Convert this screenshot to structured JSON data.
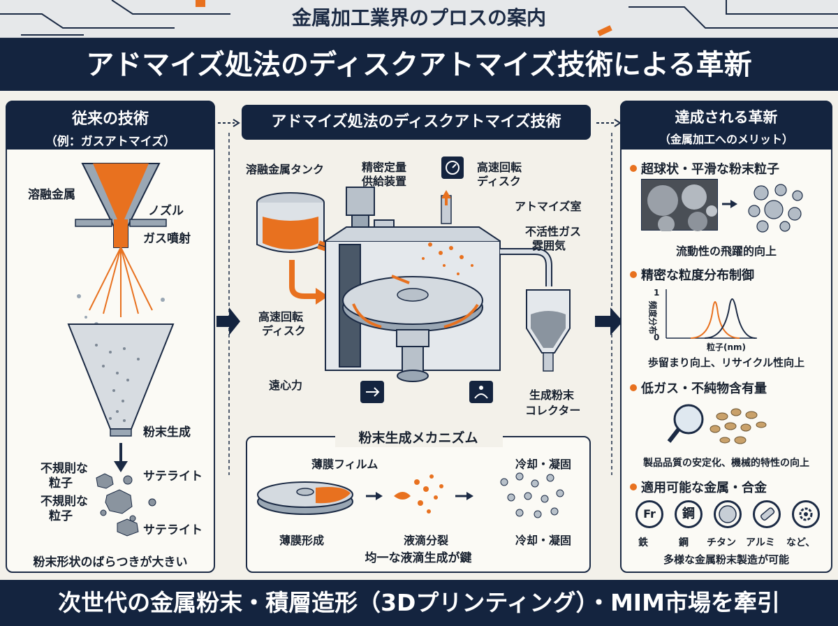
{
  "header": {
    "subtitle": "金属加工業界のプロスの案内",
    "title": "アドマイズ処法のディスクアトマイズ技術による革新"
  },
  "left_panel": {
    "heading_line1": "従来の技術",
    "heading_line2": "（例：ガスアトマイズ）",
    "labels": {
      "molten_metal": "溶融金属",
      "nozzle": "ノズル",
      "gas_jet": "ガス噴射",
      "powder_formation": "粉末生成",
      "irregular_1a": "不規則な",
      "irregular_1b": "粒子",
      "irregular_2a": "不規則な",
      "irregular_2b": "粒子",
      "satellite_1": "サテライト",
      "satellite_2": "サテライト"
    },
    "caption": "粉末形状のばらつきが大きい"
  },
  "center_panel": {
    "heading": "アドマイズ処法のディスクアトマイズ技術",
    "labels": {
      "molten_tank": "溶融金属タンク",
      "feeder_1": "精密定量",
      "feeder_2": "供給装置",
      "disk_top_1": "高速回転",
      "disk_top_2": "ディスク",
      "atomize_chamber": "アトマイズ室",
      "inert_1": "不活性ガス",
      "inert_2": "雰囲気",
      "disk_side_1": "高速回転",
      "disk_side_2": "ディスク",
      "centrifugal": "遠心力",
      "collector_1": "生成粉末",
      "collector_2": "コレクター"
    },
    "mechanism": {
      "heading": "粉末生成メカニズム",
      "thin_film": "薄膜フィルム",
      "cooling_top": "冷却・凝固",
      "film_formation": "薄膜形成",
      "droplet_split": "液滴分裂",
      "cooling_bottom": "冷却・凝固",
      "caption": "均一な液滴生成が鍵"
    }
  },
  "right_panel": {
    "heading_line1": "達成される革新",
    "heading_line2": "（金属加工へのメリット）",
    "items": [
      {
        "title": "超球状・平滑な粉末粒子",
        "caption": "流動性の飛躍的向上"
      },
      {
        "title": "精密な粒度分布制御",
        "caption": "歩留まり向上、リサイクル性向上"
      },
      {
        "title": "低ガス・不純物含有量",
        "caption": "製品品質の安定化、機械的特性の向上"
      },
      {
        "title": "適用可能な金属・合金",
        "caption": "多様な金属粉末製造が可能"
      }
    ],
    "chart": {
      "ylabel": "頻度分布",
      "xlabel": "粒子(nm)",
      "y_top": "1",
      "y_zero": "0"
    },
    "metals": [
      {
        "icon_text": "Fr",
        "label": "鉄"
      },
      {
        "icon_text": "鋼",
        "label": "鋼"
      },
      {
        "icon_text": "",
        "label": "チタン"
      },
      {
        "icon_text": "",
        "label": "アルミ"
      },
      {
        "icon_text": "",
        "label": "など、"
      }
    ]
  },
  "footer": {
    "text": "次世代の金属粉末・積層造形（3Dプリンティング）・MIM市場を牽引"
  },
  "colors": {
    "navy": "#14243f",
    "orange": "#e8711f",
    "steel": "#9aa7b4",
    "paper": "#f3f1ea"
  }
}
